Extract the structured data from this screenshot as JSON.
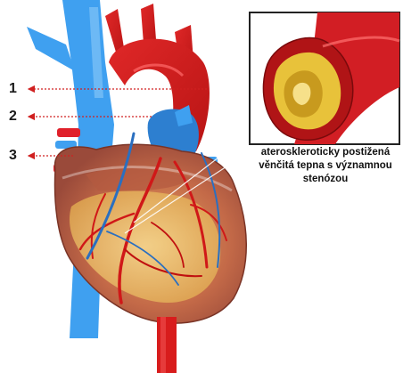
{
  "callouts": [
    {
      "number": "1"
    },
    {
      "number": "2"
    },
    {
      "number": "3"
    }
  ],
  "inset": {
    "caption_lines": [
      "ateroskleroticky postižená",
      "věnčitá tepna s významnou",
      "stenózou"
    ]
  },
  "colors": {
    "vein_blue": "#3fa0f0",
    "artery_red": "#e0202a",
    "heart_muscle": "#c8644a",
    "fat_tissue": "#f0c060",
    "plaque_yellow": "#e8c23a",
    "callout_arrow": "#d02020"
  }
}
